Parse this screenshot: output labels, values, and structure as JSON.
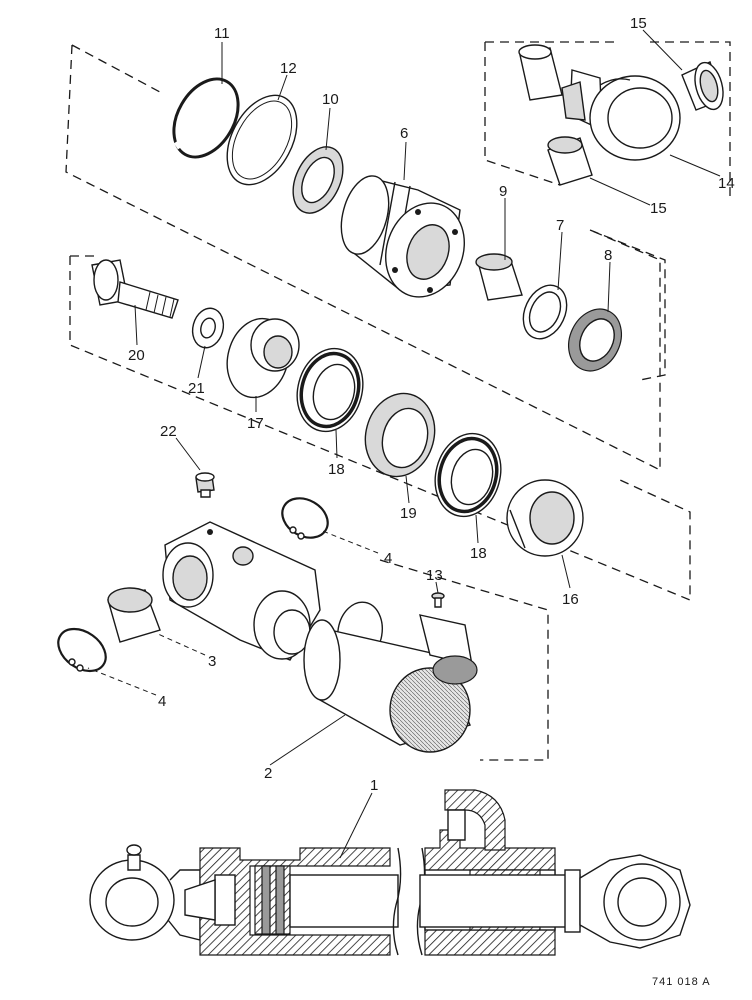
{
  "diagram": {
    "part_numbers": {
      "p1": "1",
      "p2": "2",
      "p3": "3",
      "p4a": "4",
      "p4b": "4",
      "p6": "6",
      "p7": "7",
      "p8": "8",
      "p9": "9",
      "p10": "10",
      "p11": "11",
      "p12": "12",
      "p13": "13",
      "p14": "14",
      "p15a": "15",
      "p15b": "15",
      "p16": "16",
      "p17": "17",
      "p18a": "18",
      "p18b": "18",
      "p19": "19",
      "p20": "20",
      "p21": "21",
      "p22": "22"
    },
    "reference_code": "741 018 A"
  }
}
